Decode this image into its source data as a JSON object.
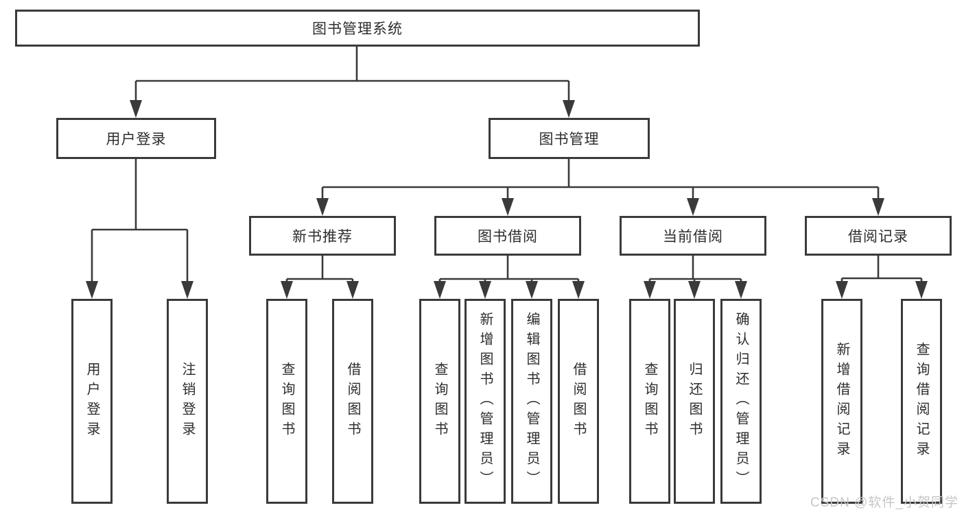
{
  "diagram": {
    "root": {
      "label": "图书管理系统"
    },
    "branches": [
      {
        "label": "用户登录",
        "children": [
          {
            "label": "用户登录"
          },
          {
            "label": "注销登录"
          }
        ]
      },
      {
        "label": "图书管理",
        "children": [
          {
            "label": "新书推荐",
            "children": [
              {
                "label": "查询图书"
              },
              {
                "label": "借阅图书"
              }
            ]
          },
          {
            "label": "图书借阅",
            "children": [
              {
                "label": "查询图书"
              },
              {
                "label": "新增图书（管理员）"
              },
              {
                "label": "编辑图书（管理员）"
              },
              {
                "label": "借阅图书"
              }
            ]
          },
          {
            "label": "当前借阅",
            "children": [
              {
                "label": "查询图书"
              },
              {
                "label": "归还图书"
              },
              {
                "label": "确认归还（管理员）"
              }
            ]
          },
          {
            "label": "借阅记录",
            "children": [
              {
                "label": "新增借阅记录"
              },
              {
                "label": "查询借阅记录"
              }
            ]
          }
        ]
      }
    ]
  },
  "watermark": {
    "text": "CSDN @软件_小贺同学"
  },
  "colors": {
    "background": "#ffffff",
    "line": "#3a3a3a",
    "text": "#2d2d2d",
    "watermark": "#c6c6c6"
  }
}
